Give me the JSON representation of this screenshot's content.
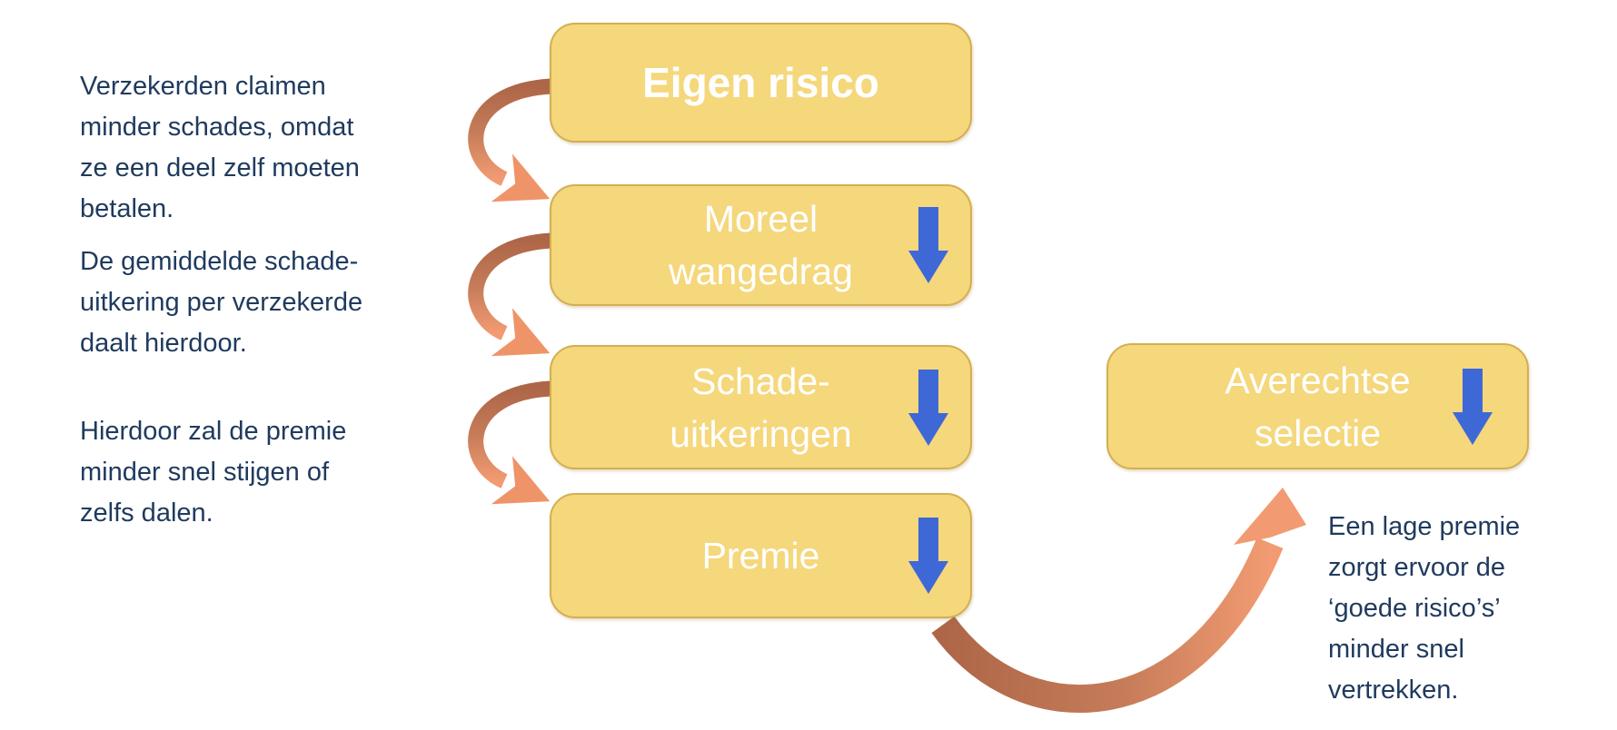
{
  "colors": {
    "background": "#FFFFFF",
    "box_fill": "#F5D77C",
    "box_border": "#D4AE52",
    "box_text": "#FFFFFF",
    "note_text": "#1F3A5E",
    "down_arrow": "#3F68D7",
    "flow_dark": "#AD6647",
    "flow_mid": "#C67C59",
    "flow_light": "#F29B72",
    "flow_head": "#EF9468"
  },
  "notes": [
    {
      "id": "note-claimen",
      "text": "Verzekerden claimen\nminder schades, omdat\nze een deel zelf moeten\nbetalen."
    },
    {
      "id": "note-uitkering",
      "text": "De gemiddelde schade-\nuitkering per verzekerde\ndaalt hierdoor."
    },
    {
      "id": "note-premie",
      "text": "Hierdoor zal de premie\nminder snel stijgen of\nzelfs dalen."
    },
    {
      "id": "note-lage-premie",
      "text": "Een lage premie\nzorgt ervoor de\n‘goede risico’s’\nminder snel\nvertrekken."
    }
  ],
  "boxes": [
    {
      "id": "eigen-risico",
      "label": "Eigen risico",
      "has_down_arrow": false
    },
    {
      "id": "moreel-wangedrag",
      "label": "Moreel\nwangedrag",
      "has_down_arrow": true
    },
    {
      "id": "schade-uitkeringen",
      "label": "Schade-\nuitkeringen",
      "has_down_arrow": true
    },
    {
      "id": "premie",
      "label": "Premie",
      "has_down_arrow": true
    },
    {
      "id": "averechtse-selectie",
      "label": "Averechtse\nselectie",
      "has_down_arrow": true
    }
  ],
  "connectors": [
    {
      "from": "eigen-risico",
      "to": "moreel-wangedrag"
    },
    {
      "from": "moreel-wangedrag",
      "to": "schade-uitkeringen"
    },
    {
      "from": "schade-uitkeringen",
      "to": "premie"
    },
    {
      "from": "premie",
      "to": "averechtse-selectie"
    }
  ]
}
